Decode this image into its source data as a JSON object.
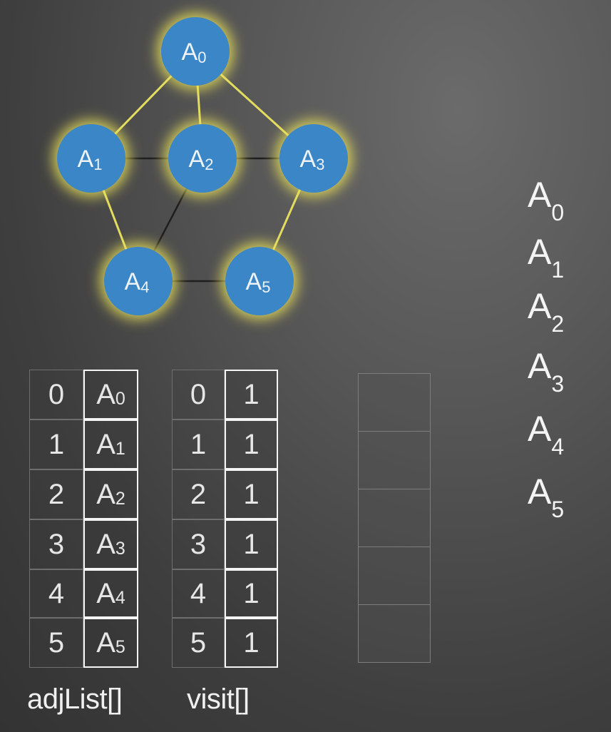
{
  "graph": {
    "nodes": [
      {
        "id": "A0",
        "letter": "A",
        "sub": "0"
      },
      {
        "id": "A1",
        "letter": "A",
        "sub": "1"
      },
      {
        "id": "A2",
        "letter": "A",
        "sub": "2"
      },
      {
        "id": "A3",
        "letter": "A",
        "sub": "3"
      },
      {
        "id": "A4",
        "letter": "A",
        "sub": "4"
      },
      {
        "id": "A5",
        "letter": "A",
        "sub": "5"
      }
    ],
    "edges": [
      {
        "from": "A0",
        "to": "A1",
        "visited": true
      },
      {
        "from": "A0",
        "to": "A2",
        "visited": true
      },
      {
        "from": "A0",
        "to": "A3",
        "visited": true
      },
      {
        "from": "A1",
        "to": "A4",
        "visited": true
      },
      {
        "from": "A3",
        "to": "A5",
        "visited": true
      },
      {
        "from": "A1",
        "to": "A2",
        "visited": false
      },
      {
        "from": "A2",
        "to": "A3",
        "visited": false
      },
      {
        "from": "A2",
        "to": "A4",
        "visited": false
      },
      {
        "from": "A4",
        "to": "A5",
        "visited": false
      }
    ],
    "node_color": "#3b86c6",
    "glow_color": "#e8e05a",
    "visited_edge_color": "#e3dc5e",
    "unvisited_edge_color": "#1e1e1e"
  },
  "adjList": {
    "caption": "adjList[]",
    "rows": [
      {
        "index": "0",
        "letter": "A",
        "sub": "0"
      },
      {
        "index": "1",
        "letter": "A",
        "sub": "1"
      },
      {
        "index": "2",
        "letter": "A",
        "sub": "2"
      },
      {
        "index": "3",
        "letter": "A",
        "sub": "3"
      },
      {
        "index": "4",
        "letter": "A",
        "sub": "4"
      },
      {
        "index": "5",
        "letter": "A",
        "sub": "5"
      }
    ]
  },
  "visit": {
    "caption": "visit[]",
    "rows": [
      {
        "index": "0",
        "value": "1"
      },
      {
        "index": "1",
        "value": "1"
      },
      {
        "index": "2",
        "value": "1"
      },
      {
        "index": "3",
        "value": "1"
      },
      {
        "index": "4",
        "value": "1"
      },
      {
        "index": "5",
        "value": "1"
      }
    ]
  },
  "queue": {
    "slots": 5
  },
  "output": [
    {
      "letter": "A",
      "sub": "0"
    },
    {
      "letter": "A",
      "sub": "1"
    },
    {
      "letter": "A",
      "sub": "2"
    },
    {
      "letter": "A",
      "sub": "3"
    },
    {
      "letter": "A",
      "sub": "4"
    },
    {
      "letter": "A",
      "sub": "5"
    }
  ]
}
